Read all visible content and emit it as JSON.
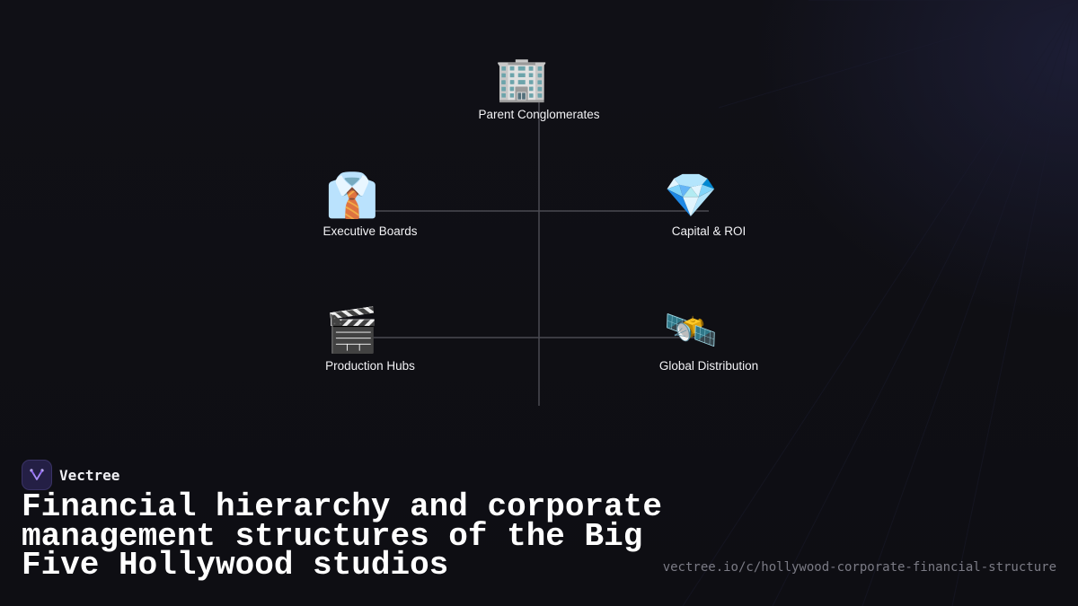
{
  "diagram": {
    "nodes": [
      {
        "id": "parent",
        "label": "Parent Conglomerates",
        "icon": "office-building-icon",
        "glyph": "🏢"
      },
      {
        "id": "exec",
        "label": "Executive Boards",
        "icon": "necktie-shirt-icon",
        "glyph": "👔"
      },
      {
        "id": "capital",
        "label": "Capital & ROI",
        "icon": "gem-icon",
        "glyph": "💎"
      },
      {
        "id": "prod",
        "label": "Production Hubs",
        "icon": "clapper-board-icon",
        "glyph": "🎬"
      },
      {
        "id": "global",
        "label": "Global Distribution",
        "icon": "satellite-icon",
        "glyph": "🛰️"
      }
    ],
    "line_color": "#4a4a52"
  },
  "brand": {
    "name": "Vectree",
    "logo_icon": "vectree-logo-icon",
    "accent": "#8b5cf6"
  },
  "title": "Financial hierarchy and corporate management structures of the Big Five Hollywood studios",
  "url": "vectree.io/c/hollywood-corporate-financial-structure"
}
